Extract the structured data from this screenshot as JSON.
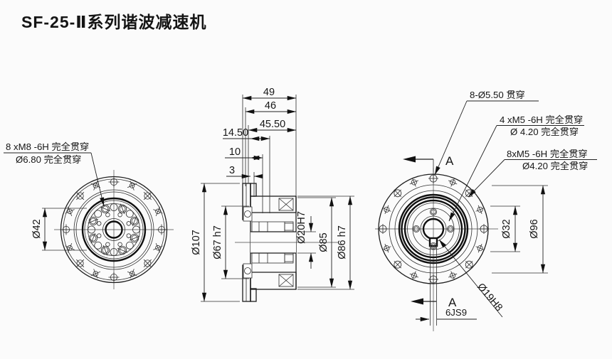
{
  "title": "SF-25-Ⅱ系列谐波减速机",
  "colors": {
    "line": "#1c1c1c",
    "background": "#fbfbfb"
  },
  "left_view": {
    "ann_line1": "8 xM8 -6H 完全贯穿",
    "ann_line2": "Ø6.80 完全贯穿",
    "dim_bolt_circle": "Ø42"
  },
  "section_view": {
    "dim_49": "49",
    "dim_46": "46",
    "dim_45_5": "45.50",
    "dim_14_5": "14.50",
    "dim_10": "10",
    "dim_3": "3",
    "dim_flange_od": "Ø107",
    "dim_spigot": "Ø67 h7",
    "dim_bore": "Ø20H7",
    "dim_body": "Ø85",
    "dim_body_od": "Ø86 h7"
  },
  "right_view": {
    "ann_through": "8-Ø5.50 贯穿",
    "ann_tap4_line1": "4 xM5 -6H 完全贯穿",
    "ann_tap4_line2": "Ø 4.20 完全贯穿",
    "ann_tap8_line1": "8xM5 -6H 完全贯穿",
    "ann_tap8_line2": "Ø4.20 完全贯穿",
    "dim_inner_bc": "Ø32",
    "dim_outer_bc": "Ø96",
    "dim_bore": "Ø19H8",
    "dim_keyway": "6JS9",
    "section_top": "A",
    "section_bottom": "A"
  }
}
